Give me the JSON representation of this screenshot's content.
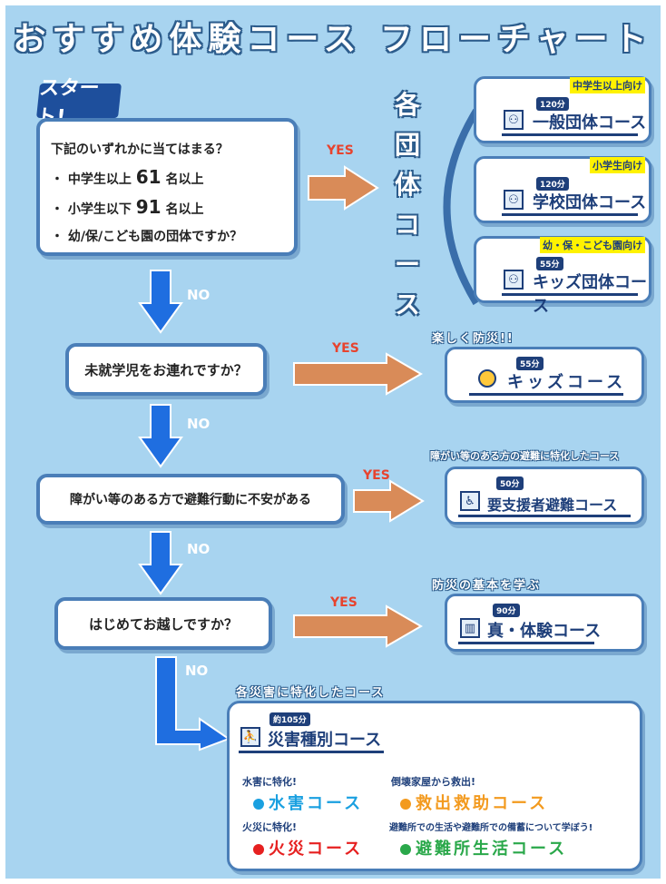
{
  "title": "おすすめ体験コース フローチャート",
  "start_label": "スタート!",
  "yes_label": "YES",
  "no_label": "NO",
  "q1": {
    "intro": "下記のいずれかに当てはまる？",
    "line1_prefix": "・ 中学生以上",
    "line1_num": "61",
    "line1_suffix": "名以上",
    "line2_prefix": "・ 小学生以下",
    "line2_num": "91",
    "line2_suffix": "名以上",
    "line3": "・ 幼/保/こども園の団体ですか？"
  },
  "q2": "未就学児をお連れですか？",
  "q3": "障がい等のある方で避難行動に不安がある",
  "q4": "はじめてお越しですか？",
  "group_vertical": "各団体コース",
  "group_courses": [
    {
      "tag": "中学生以上向け",
      "time": "120分",
      "name": "一般団体コース"
    },
    {
      "tag": "小学生向け",
      "time": "120分",
      "name": "学校団体コース"
    },
    {
      "tag": "幼・保・こども園向け",
      "time": "55分",
      "name": "キッズ団体コース"
    }
  ],
  "kids_caption": "楽しく防災!!",
  "kids_course": {
    "time": "55分",
    "name": "キッズコース"
  },
  "support_caption": "障がい等のある方の避難に特化したコース",
  "support_course": {
    "time": "50分",
    "name": "要支援者避難コース"
  },
  "basic_caption": "防災の基本を学ぶ",
  "basic_course": {
    "time": "90分",
    "name": "真・体験コース"
  },
  "disaster_caption": "各災害に特化したコース",
  "disaster_course": {
    "time": "約105分",
    "name": "災害種別コース",
    "items": [
      {
        "label": "水害に特化!",
        "name": "水害コース",
        "color": "#1aa0e0"
      },
      {
        "label": "倒壊家屋から救出!",
        "name": "救出救助コース",
        "color": "#f39a1e"
      },
      {
        "label": "火災に特化!",
        "name": "火災コース",
        "color": "#e62020"
      },
      {
        "label": "避難所での生活や避難所での備蓄について学ぼう!",
        "name": "避難所生活コース",
        "color": "#2aa84a"
      }
    ]
  }
}
